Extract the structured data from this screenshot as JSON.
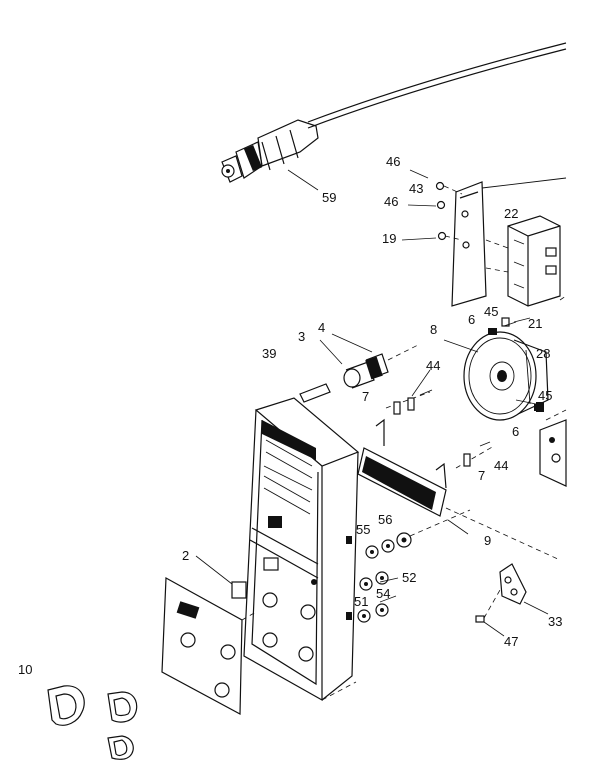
{
  "labels": {
    "l59": "59",
    "l46a": "46",
    "l43": "43",
    "l46b": "46",
    "l22": "22",
    "l19": "19",
    "l3": "3",
    "l4": "4",
    "l8": "8",
    "l6a": "6",
    "l45a": "45",
    "l21": "21",
    "l39": "39",
    "l28": "28",
    "l44a": "44",
    "l7a": "7",
    "l45b": "45",
    "l6b": "6",
    "l7b": "7",
    "l44b": "44",
    "l55": "55",
    "l56": "56",
    "l9": "9",
    "l2": "2",
    "l52": "52",
    "l51": "51",
    "l54": "54",
    "l33": "33",
    "l47": "47",
    "l10": "10"
  }
}
